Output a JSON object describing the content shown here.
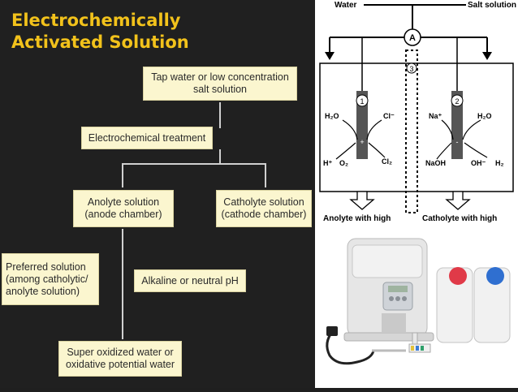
{
  "slide": {
    "title_line1": "Electrochemically",
    "title_line2": "Activated Solution",
    "title_color": "#f2c21b",
    "background": "#202020"
  },
  "flowchart": {
    "tap_water": [
      "Tap water or low concentration",
      "salt solution"
    ],
    "treatment": "Electrochemical treatment",
    "anolyte": [
      "Anolyte solution",
      "(anode chamber)"
    ],
    "catholyte": [
      "Catholyte solution",
      "(cathode chamber)"
    ],
    "preferred": [
      "Preferred solution",
      "(among catholytic/",
      "anolyte solution)"
    ],
    "alkaline": "Alkaline or neutral pH",
    "super_oxidized": [
      "Super oxidized water or",
      "oxidative potential water"
    ],
    "box_color": "#fbf6cf"
  },
  "cell_diagram": {
    "water": "Water",
    "salt_solution": "Salt solution",
    "ammeter": "A",
    "electrode_1": "1",
    "electrode_2": "2",
    "membrane_3": "3",
    "anode_sign": "+",
    "cathode_sign": "-",
    "left_in_h2o": "H₂O",
    "left_in_cl": "Cl⁻",
    "left_out_h": "H⁺",
    "left_out_o2": "O₂",
    "left_out_cl2": "Cl₂",
    "right_in_na": "Na⁺",
    "right_in_h2o": "H₂O",
    "right_out_naoh": "NaOH",
    "right_out_oh": "OH⁻",
    "right_out_h2": "H₂",
    "anolyte_label": "Anolyte with high",
    "catholyte_label": "Catholyte with high"
  },
  "photo": {
    "red_cap_color": "#e03a48",
    "blue_cap_color": "#2f6fd0"
  }
}
